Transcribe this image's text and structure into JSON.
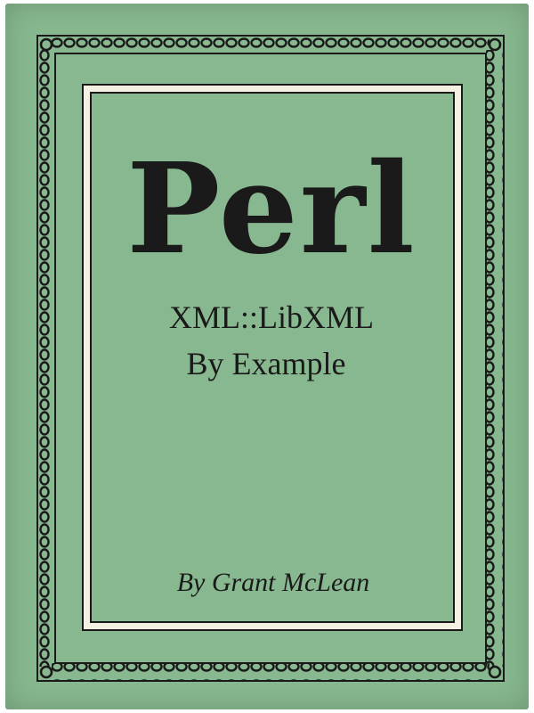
{
  "cover": {
    "title": "Perl",
    "subtitle_line1": "XML::LibXML",
    "subtitle_line2": "By Example",
    "author": "By Grant McLean"
  },
  "colors": {
    "cover_green": "#88b88f",
    "ink": "#1a1a1a",
    "cream_rule": "#f4f0e2"
  }
}
